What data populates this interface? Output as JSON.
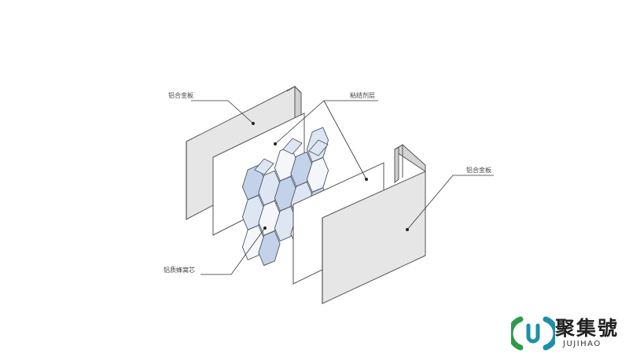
{
  "labels": {
    "top_left_panel": "铝合金板",
    "adhesive": "粘结剂层",
    "right_panel": "铝合金板",
    "core": "铝质蜂窝芯"
  },
  "logo": {
    "name_cn": "聚集號",
    "name_en": "JUJIHAO"
  },
  "colors": {
    "panel_fill": "#e6e6e6",
    "panel_stroke": "#555555",
    "sheet_fill": "#ffffff",
    "cell_fill": "#dde6f2",
    "cell_fill_dark": "#c3d2e8",
    "cell_fill_light": "#f4f6fa",
    "leader_line": "#333333",
    "logo_green": "#2f9a4a",
    "logo_teal": "#1c8fa8"
  }
}
